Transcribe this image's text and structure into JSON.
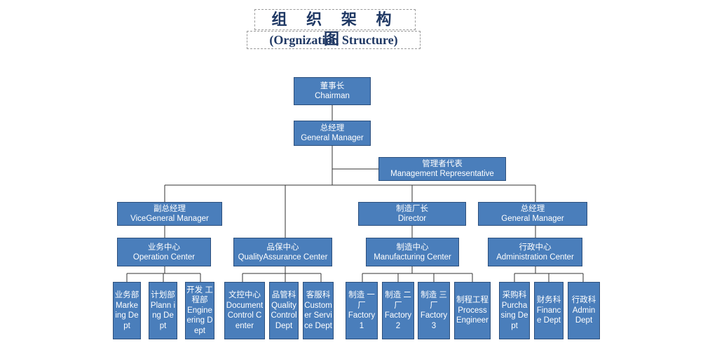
{
  "title": {
    "chinese": "组 织 架 构 图",
    "english": "(Orgnization Structure)"
  },
  "nodes": {
    "chairman": {
      "cn": "董事长",
      "en": "Chairman"
    },
    "general_manager": {
      "cn": "总经理",
      "en": "General Manager"
    },
    "management_representative": {
      "cn": "管理者代表",
      "en": "Management Representative"
    },
    "vice_general_manager": {
      "cn": "副总经理",
      "en": "ViceGeneral Manager"
    },
    "director": {
      "cn": "制造厂长",
      "en": "Director"
    },
    "general_manager_2": {
      "cn": "总经理",
      "en": "General Manager"
    },
    "operation_center": {
      "cn": "业务中心",
      "en": "Operation Center"
    },
    "quality_assurance_center": {
      "cn": "品保中心",
      "en": "QualityAssurance Center"
    },
    "manufacturing_center": {
      "cn": "制造中心",
      "en": "Manufacturing Center"
    },
    "administration_center": {
      "cn": "行政中心",
      "en": "Administration Center"
    },
    "marketing_dept": {
      "cn": "业务部",
      "en": "Marke ing Dept"
    },
    "planning_dept": {
      "cn": "计划部",
      "en": "Plann ing Dept"
    },
    "engineering_dept": {
      "cn": "开发 工程部",
      "en": "Engine ering Dept"
    },
    "document_control_center": {
      "cn": "文控中心",
      "en": "Document Control Center"
    },
    "quality_control_dept": {
      "cn": "品管科",
      "en": "Quality Control Dept"
    },
    "customer_service_dept": {
      "cn": "客服科",
      "en": "Custom er Service Dept"
    },
    "factory_1": {
      "cn": "制造 一厂",
      "en": "Factory 1"
    },
    "factory_2": {
      "cn": "制造 二厂",
      "en": "Factory 2"
    },
    "factory_3": {
      "cn": "制造 三厂",
      "en": "Factory 3"
    },
    "process_engineer": {
      "cn": "制程工程",
      "en": "Process Engineer"
    },
    "purchasing_dept": {
      "cn": "采购科",
      "en": "Purcha sing Dept"
    },
    "finance_dept": {
      "cn": "财务科",
      "en": "Finance Dept"
    },
    "admin_dept": {
      "cn": "行政科",
      "en": "Admin Dept"
    }
  }
}
